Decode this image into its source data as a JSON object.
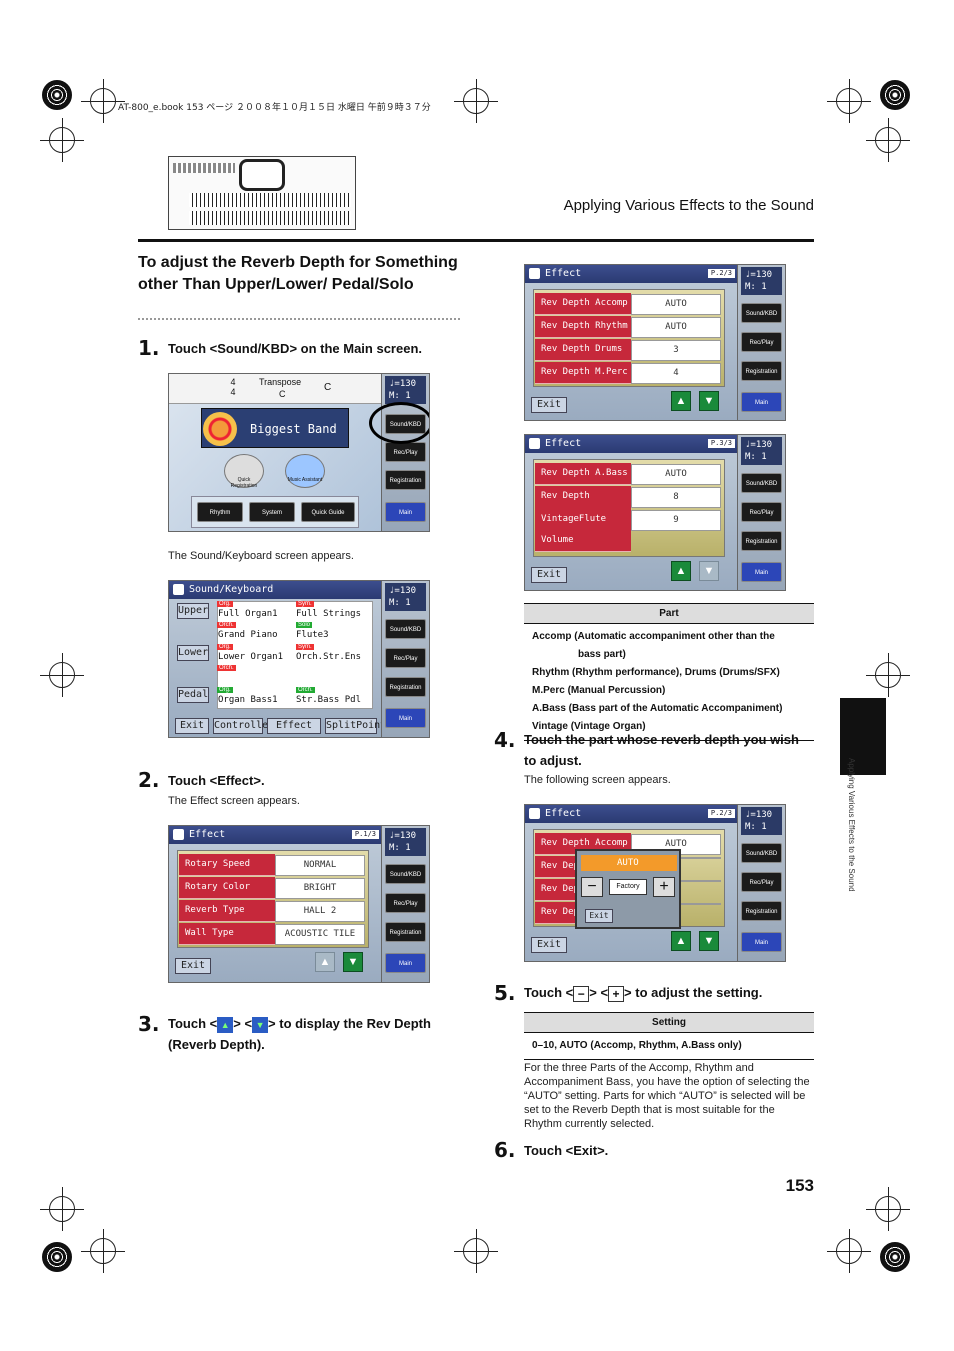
{
  "header_line": "AT-800_e.book 153 ページ ２００８年１０月１５日 水曜日 午前９時３７分",
  "page_header": "Applying Various Effects to the Sound",
  "page_number": "153",
  "side_tab": "Applying Various Effects to the Sound",
  "section_title": "To adjust the Reverb Depth for Something other Than Upper/Lower/ Pedal/Solo",
  "steps": {
    "s1_num": "1.",
    "s1": "Touch <Sound/KBD> on the Main screen.",
    "s1_note": "The Sound/Keyboard screen appears.",
    "s2_num": "2.",
    "s2": "Touch <Effect>.",
    "s2_note": "The Effect screen appears.",
    "s3_num": "3.",
    "s3a": "Touch <",
    "s3b": "> <",
    "s3c": "> to display the Rev Depth",
    "s3d": "(Reverb Depth).",
    "s4_num": "4.",
    "s4": "Touch the part whose reverb depth you wish to adjust.",
    "s4_note": "The following screen appears.",
    "s5_num": "5.",
    "s5a": "Touch <",
    "s5b": "> <",
    "s5c": "> to adjust the setting.",
    "s6_num": "6.",
    "s6": "Touch <Exit>."
  },
  "main_screen": {
    "transpose_label": "Transpose",
    "transpose_val": "C",
    "key": "C",
    "time_num": "4",
    "time_den": "4",
    "song": "Biggest Band",
    "quick": "Quick Registration",
    "music": "Music Assistant",
    "rhythm": "Rhythm",
    "system": "System",
    "quickguide": "Quick Guide"
  },
  "side": {
    "tempo": "♩=130",
    "measure": "M:  1",
    "sound": "Sound/KBD",
    "rec": "Rec/Play",
    "reg": "Registration",
    "main": "Main"
  },
  "kbd_screen": {
    "title": "Sound/Keyboard",
    "upper": "Upper",
    "lower": "Lower",
    "pedal": "Pedal",
    "r1a_tag": "Org.",
    "r1a": "Full Organ1",
    "r1b_tag": "Sym.",
    "r1b": "Full Strings",
    "r2a_tag": "Orch.",
    "r2a": "Grand Piano",
    "r2b_tag": "Solo",
    "r2b": "Flute3",
    "r3a_tag": "Org.",
    "r3a": "Lower Organ1",
    "r3b_tag": "Sym.",
    "r3b": "Orch.Str.Ens",
    "r4a_tag": "Orch.",
    "r4a": "",
    "r5a_tag": "Org.",
    "r5a": "Organ Bass1",
    "r5b_tag": "Orch.",
    "r5b": "Str.Bass Pdl",
    "exit": "Exit",
    "controller": "Controller",
    "effect": "Effect",
    "split": "SplitPoint"
  },
  "effect1": {
    "title": "Effect",
    "page": "P.1/3",
    "rows": [
      [
        "Rotary Speed",
        "NORMAL"
      ],
      [
        "Rotary Color",
        "BRIGHT"
      ],
      [
        "Reverb Type",
        "HALL 2"
      ],
      [
        "Wall Type",
        "ACOUSTIC TILE"
      ]
    ],
    "exit": "Exit"
  },
  "effect2": {
    "title": "Effect",
    "page": "P.2/3",
    "rows": [
      [
        "Rev Depth Accomp",
        "AUTO"
      ],
      [
        "Rev Depth Rhythm",
        "AUTO"
      ],
      [
        "Rev Depth Drums",
        "3"
      ],
      [
        "Rev Depth M.Perc",
        "4"
      ]
    ],
    "exit": "Exit"
  },
  "effect3": {
    "title": "Effect",
    "page": "P.3/3",
    "rows": [
      [
        "Rev Depth A.Bass",
        "AUTO"
      ],
      [
        "Rev Depth Vintage",
        "8"
      ],
      [
        "VintageFlute Volume",
        "9"
      ]
    ],
    "exit": "Exit"
  },
  "effect4": {
    "title": "Effect",
    "page": "P.2/3",
    "rows": [
      [
        "Rev Depth Accomp",
        "AUTO"
      ],
      [
        "Rev Dep",
        ""
      ],
      [
        "Rev Dep",
        ""
      ],
      [
        "Rev Dep",
        ""
      ]
    ],
    "popup_val": "AUTO",
    "factory": "Factory",
    "popup_exit": "Exit",
    "exit": "Exit"
  },
  "part_table": {
    "header": "Part",
    "rows": [
      "Accomp (Automatic accompaniment other than the",
      "bass part)",
      "Rhythm (Rhythm performance), Drums (Drums/SFX)",
      "M.Perc (Manual Percussion)",
      "A.Bass (Bass part of the Automatic Accompaniment)",
      "Vintage (Vintage Organ)"
    ]
  },
  "setting_table": {
    "header": "Setting",
    "row": "0–10, AUTO (Accomp, Rhythm, A.Bass only)"
  },
  "para": "For the three Parts of the Accomp, Rhythm and Accompaniment Bass, you have the option of selecting the “AUTO” setting. Parts for which “AUTO” is selected will be set to the Reverb Depth that is most suitable for the Rhythm currently selected."
}
